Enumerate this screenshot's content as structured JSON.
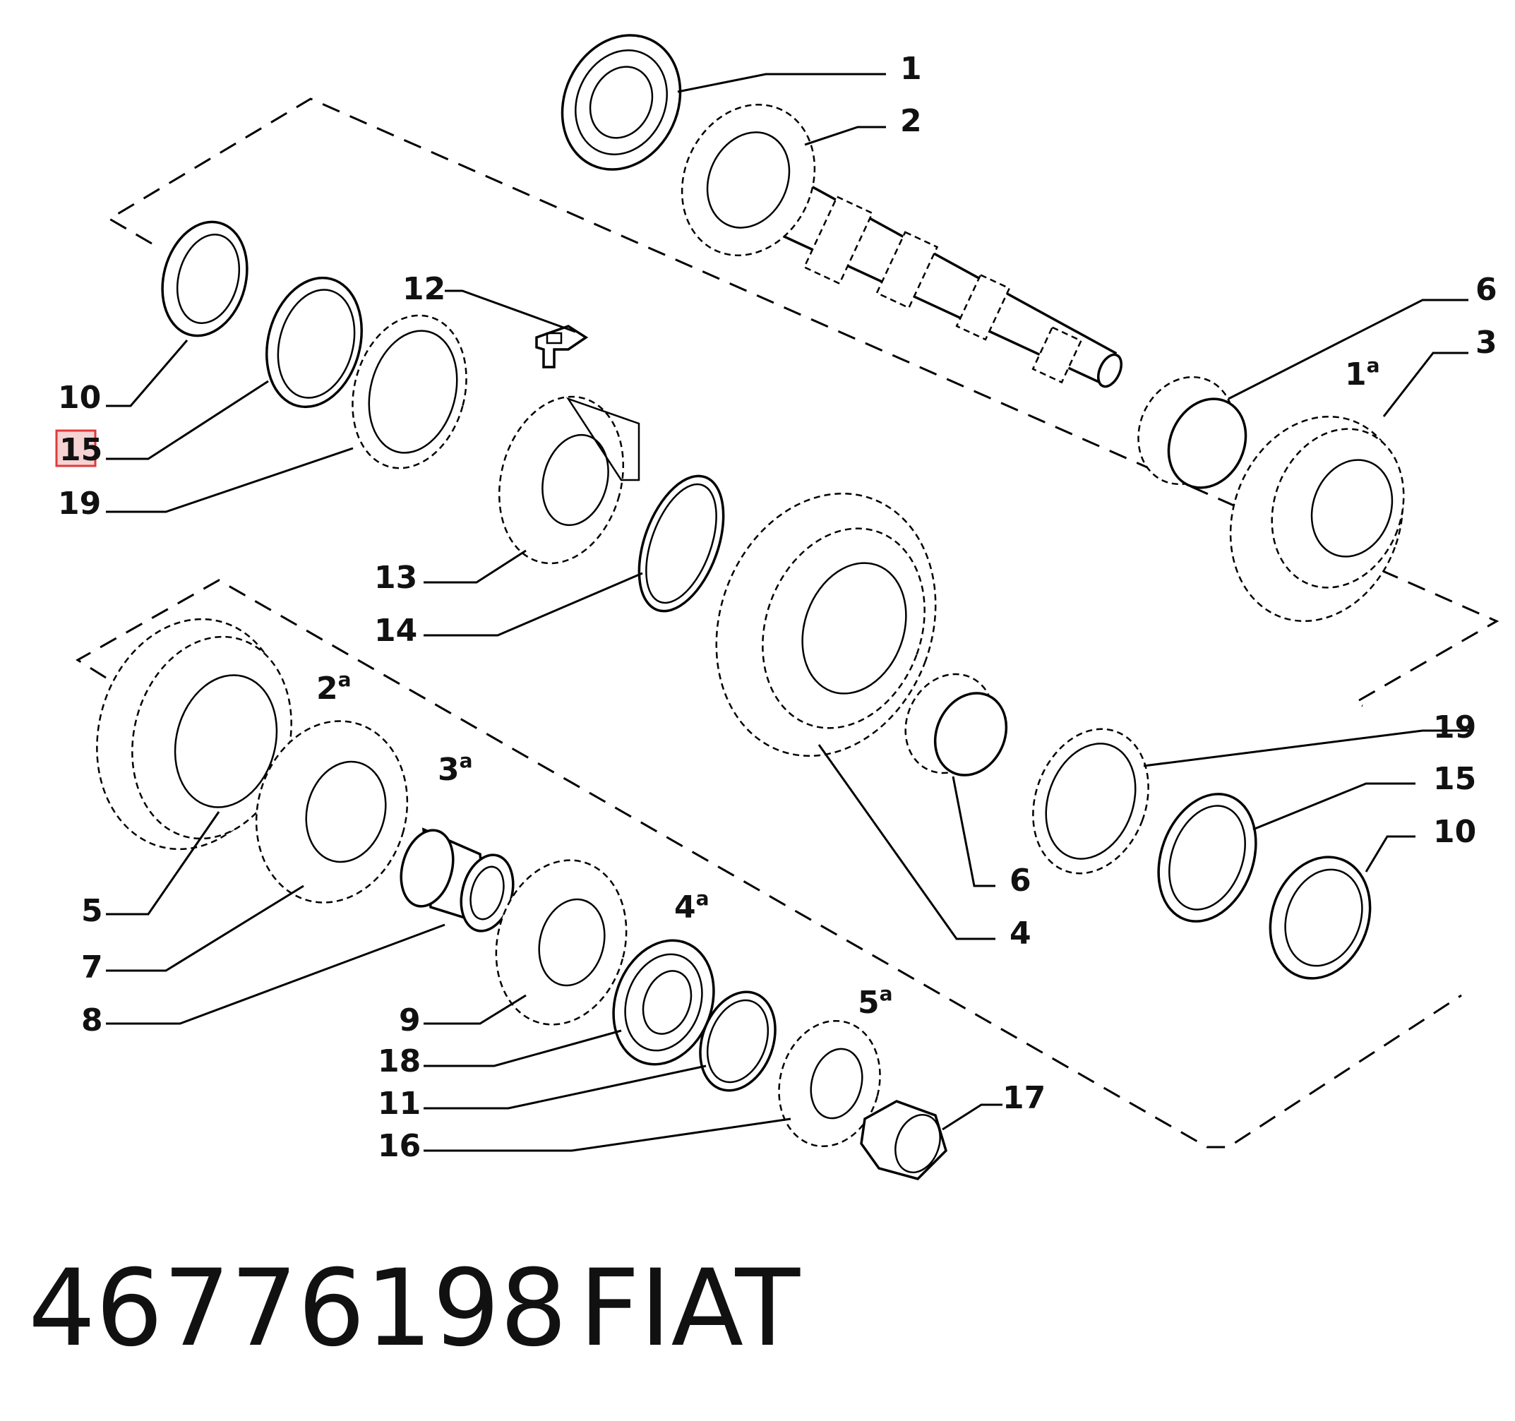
{
  "callouts": [
    {
      "id": "c1",
      "text": "1"
    },
    {
      "id": "c2",
      "text": "2"
    },
    {
      "id": "c6a",
      "text": "6"
    },
    {
      "id": "c3",
      "text": "3"
    },
    {
      "id": "c12",
      "text": "12"
    },
    {
      "id": "c10a",
      "text": "10"
    },
    {
      "id": "c15a",
      "text": "15",
      "highlighted": true
    },
    {
      "id": "c19a",
      "text": "19"
    },
    {
      "id": "c13",
      "text": "13"
    },
    {
      "id": "c14",
      "text": "14"
    },
    {
      "id": "c19b",
      "text": "19"
    },
    {
      "id": "c15b",
      "text": "15"
    },
    {
      "id": "c10b",
      "text": "10"
    },
    {
      "id": "c6b",
      "text": "6"
    },
    {
      "id": "c4",
      "text": "4"
    },
    {
      "id": "c5",
      "text": "5"
    },
    {
      "id": "c7",
      "text": "7"
    },
    {
      "id": "c8",
      "text": "8"
    },
    {
      "id": "c9",
      "text": "9"
    },
    {
      "id": "c18",
      "text": "18"
    },
    {
      "id": "c11",
      "text": "11"
    },
    {
      "id": "c16",
      "text": "16"
    },
    {
      "id": "c17",
      "text": "17"
    }
  ],
  "gear_labels": [
    {
      "num": "1",
      "sup": "a"
    },
    {
      "num": "2",
      "sup": "a"
    },
    {
      "num": "3",
      "sup": "a"
    },
    {
      "num": "4",
      "sup": "a"
    },
    {
      "num": "5",
      "sup": "a"
    }
  ],
  "footer": {
    "part_number": "46776198",
    "brand": "FIAT"
  },
  "colors": {
    "highlight_fill": "#f6d3d3",
    "highlight_stroke": "#e03a3a",
    "line": "#000000"
  }
}
